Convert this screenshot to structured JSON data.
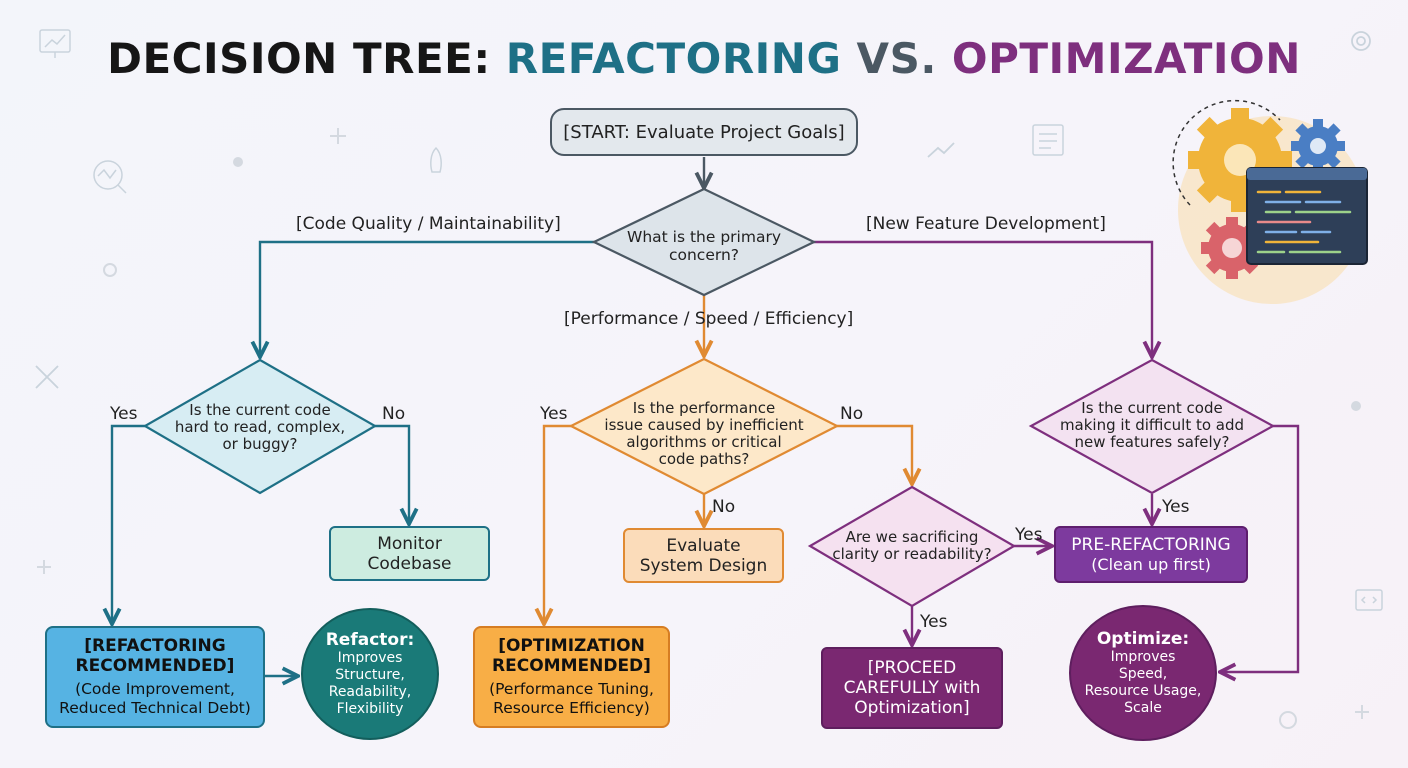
{
  "title": {
    "part1": "DECISION TREE: ",
    "part2": "REFACTORING",
    "part3": " VS. ",
    "part4": "OPTIMIZATION"
  },
  "colors": {
    "teal": "#1e7086",
    "orange": "#e08a32",
    "purple": "#7e2f7e",
    "gray": "#4b5863",
    "dark": "#161616"
  },
  "start": {
    "label": "[START: Evaluate Project Goals]"
  },
  "concern": {
    "question": [
      "What is the primary",
      "concern?"
    ],
    "branch_left": "[Code Quality / Maintainability]",
    "branch_middle": "[Performance / Speed / Efficiency]",
    "branch_right": "[New Feature Development]"
  },
  "left": {
    "question": [
      "Is the current code",
      "hard to read, complex,",
      "or buggy?"
    ],
    "yes": "Yes",
    "no": "No",
    "monitor": [
      "Monitor",
      "Codebase"
    ],
    "result_title": [
      "[REFACTORING",
      "RECOMMENDED]"
    ],
    "result_sub": [
      "(Code Improvement,",
      "Reduced Technical Debt)"
    ],
    "circle_title": "Refactor:",
    "circle_body": [
      "Improves",
      "Structure,",
      "Readability,",
      "Flexibility"
    ]
  },
  "middle": {
    "question": [
      "Is the performance",
      "issue caused by inefficient",
      "algorithms or critical",
      "code paths?"
    ],
    "yes": "Yes",
    "no_right": "No",
    "no_down": "No",
    "evaluate": [
      "Evaluate",
      "System Design"
    ],
    "result_title": [
      "[OPTIMIZATION",
      "RECOMMENDED]"
    ],
    "result_sub": [
      "(Performance Tuning,",
      "Resource Efficiency)"
    ],
    "sacrifice_question": [
      "Are we sacrificing",
      "clarity or readability?"
    ],
    "yes_right": "Yes",
    "yes_down": "Yes",
    "proceed": [
      "[PROCEED",
      "CAREFULLY with",
      "Optimization]"
    ]
  },
  "right": {
    "question": [
      "Is the current code",
      "making it difficult to add",
      "new features safely?"
    ],
    "yes": "Yes",
    "prerefactor_title": "PRE-REFACTORING",
    "prerefactor_sub": "(Clean up first)",
    "circle_title": "Optimize:",
    "circle_body": [
      "Improves",
      "Speed,",
      "Resource Usage,",
      "Scale"
    ]
  },
  "icons": [
    "chart-icon",
    "gear-icon",
    "rocket-icon",
    "analytics-icon",
    "trend-icon",
    "document-icon",
    "tools-icon",
    "code-window-icon",
    "gears-illustration-icon"
  ]
}
